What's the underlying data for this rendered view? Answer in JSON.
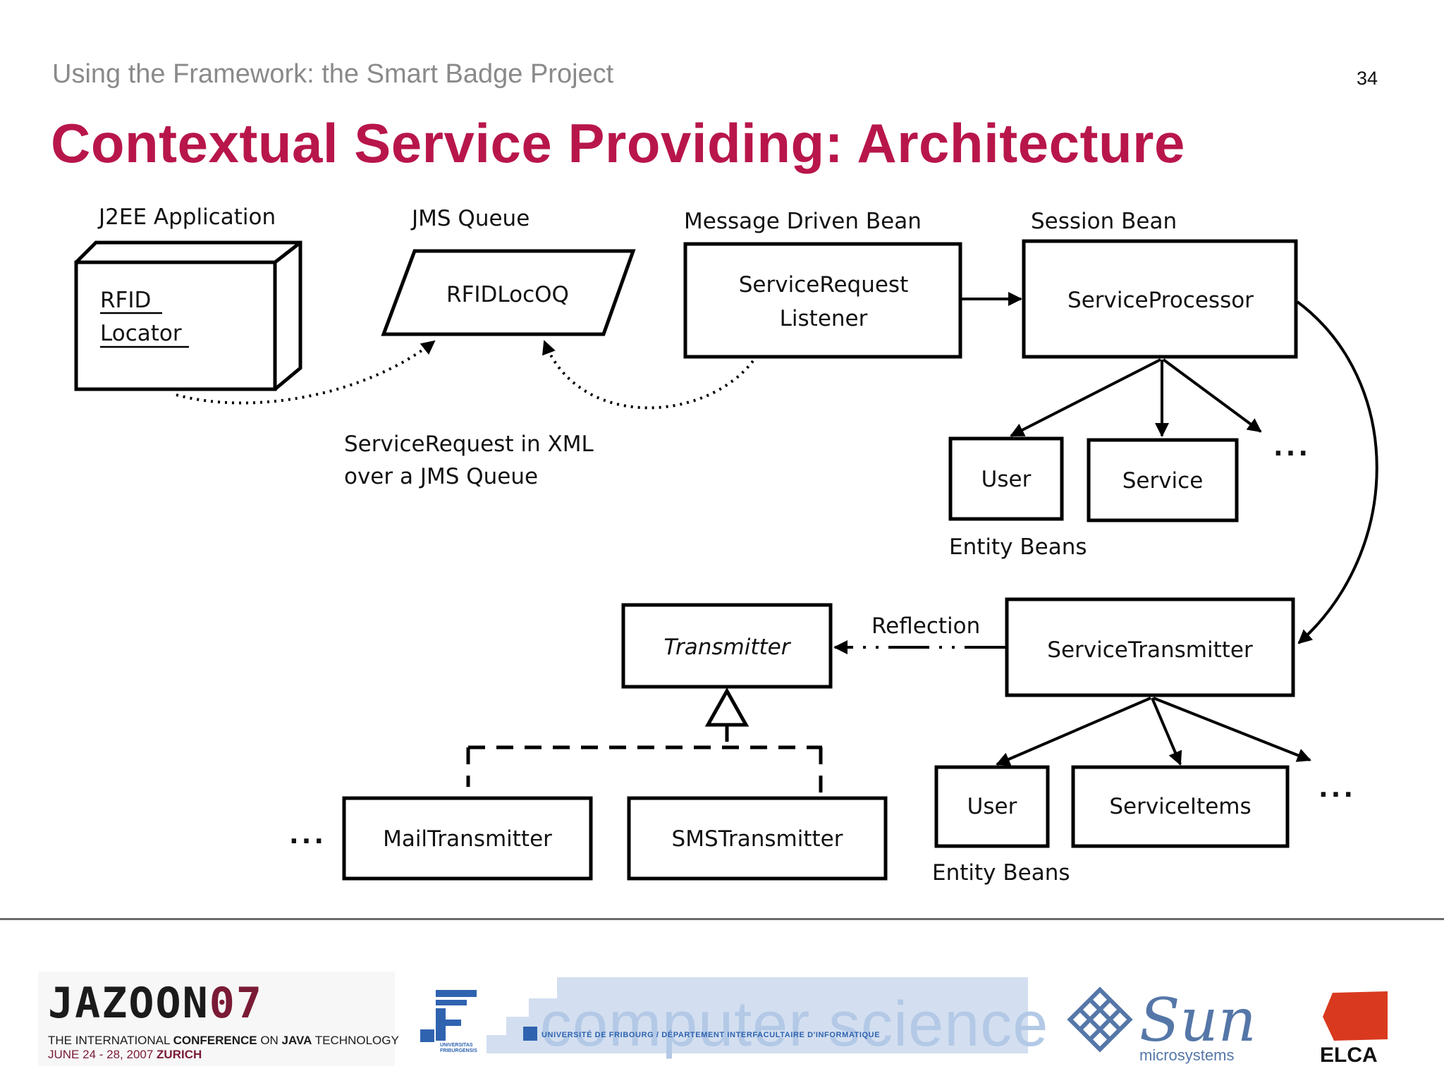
{
  "slide": {
    "subtitle": "Using the Framework: the Smart Badge Project",
    "page_number": "34",
    "title": "Contextual Service Providing: Architecture",
    "title_color": "#b8164a"
  },
  "diagram": {
    "labels": {
      "j2ee_application": "J2EE Application",
      "jms_queue": "JMS Queue",
      "message_driven_bean": "Message Driven Bean",
      "session_bean": "Session Bean",
      "entity_beans_top": "Entity Beans",
      "entity_beans_bottom": "Entity Beans",
      "reflection": "Reflection",
      "request_note_line1": "ServiceRequest in XML",
      "request_note_line2": "over a JMS Queue",
      "ellipsis_top": "...",
      "ellipsis_bottom": "...",
      "ellipsis_left": "..."
    },
    "nodes": {
      "rfid_locator_line1": "RFID",
      "rfid_locator_line2": "Locator",
      "rfid_loc_oq": "RFIDLocOQ",
      "service_request_listener_line1": "ServiceRequest",
      "service_request_listener_line2": "Listener",
      "service_processor": "ServiceProcessor",
      "user_top": "User",
      "service": "Service",
      "transmitter": "Transmitter",
      "service_transmitter": "ServiceTransmitter",
      "user_bottom": "User",
      "service_items": "ServiceItems",
      "mail_transmitter": "MailTransmitter",
      "sms_transmitter": "SMSTransmitter"
    }
  },
  "footer": {
    "jazoon": {
      "wordmark": "JAZOON",
      "year": "07",
      "line1_a": "THE INTERNATIONAL ",
      "line1_b": "CONFERENCE",
      "line1_c": " ON ",
      "line1_d": "JAVA",
      "line1_e": " TECHNOLOGY",
      "line2_a": "JUNE 24 - 28, 2007 ",
      "line2_b": "ZURICH",
      "accent_color": "#7a1b35"
    },
    "unifr_caption_line1": "UNIVERSITAS",
    "unifr_caption_line2": "FRIBURGENSIS",
    "cs_banner_word": "computer science",
    "cs_banner_sub": "UNIVERSITÉ DE FRIBOURG / DÉPARTEMENT INTERFACULTAIRE D'INFORMATIQUE",
    "sun_word": "Sun",
    "sun_sub": "microsystems",
    "elca_word": "ELCA",
    "elca_color": "#d93a1f"
  }
}
